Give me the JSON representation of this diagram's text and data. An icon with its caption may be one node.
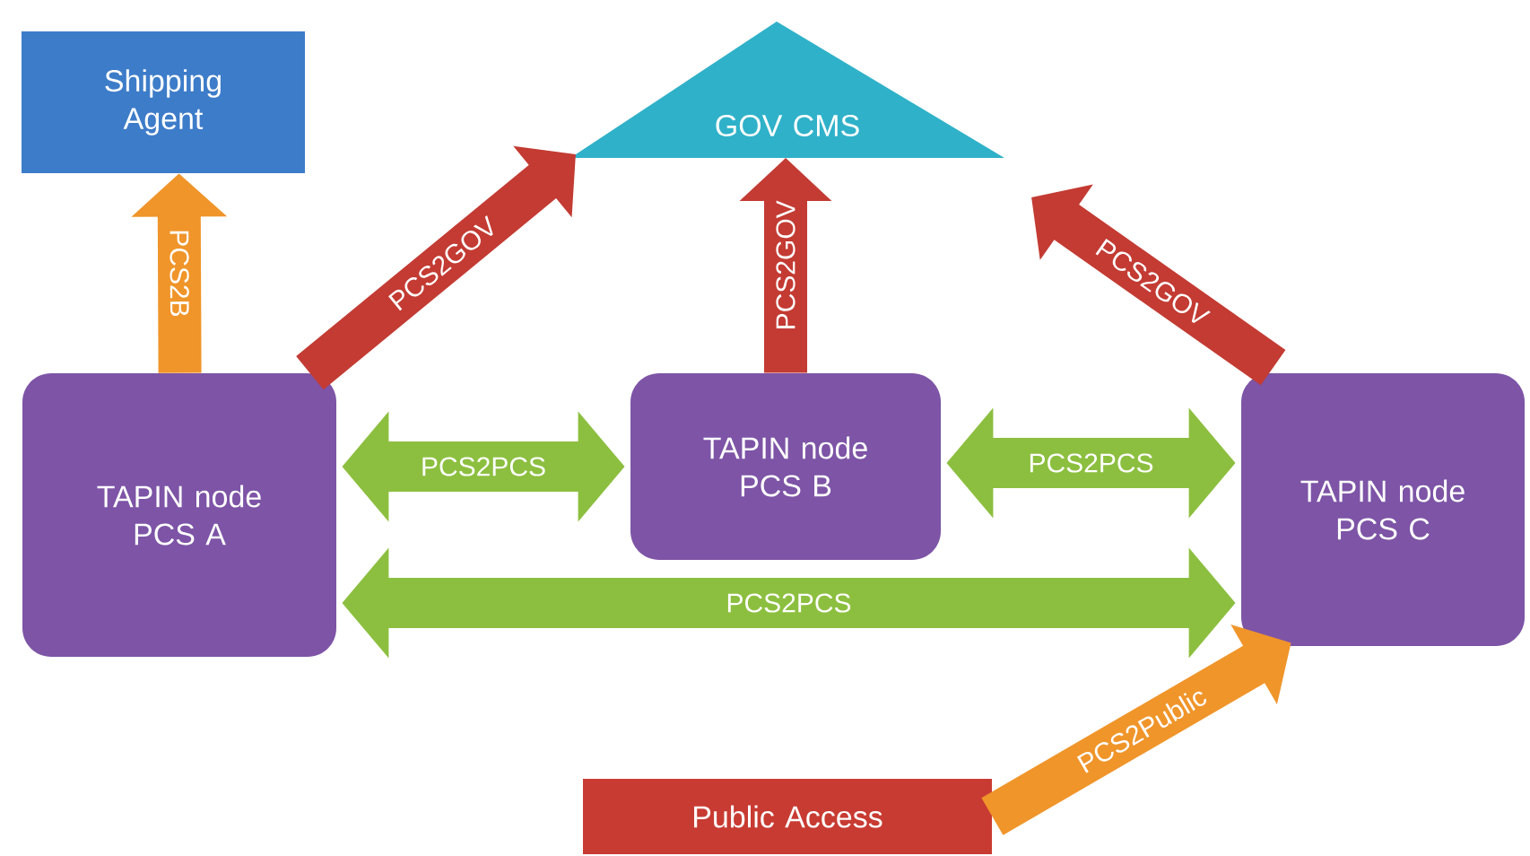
{
  "diagram": {
    "nodes": [
      {
        "text": [
          "Shipping Agent"
        ]
      },
      {
        "text": [
          "GOV CMS"
        ]
      },
      {
        "text": [
          "TAPIN node PCS A"
        ]
      },
      {
        "text": [
          "TAPIN node PCS B"
        ]
      },
      {
        "text": [
          "TAPIN node PCS C"
        ]
      },
      {
        "text": [
          "Public Access"
        ]
      }
    ],
    "edges": [
      {
        "from": 2,
        "to": 0,
        "arrow": "to",
        "label": "PCS2B",
        "color": "#f0952a"
      },
      {
        "from": 2,
        "to": 1,
        "arrow": "to",
        "label": "PCS2GOV",
        "color": "#c33b33"
      },
      {
        "from": 3,
        "to": 1,
        "arrow": "to",
        "label": "PCS2GOV",
        "color": "#c33b33"
      },
      {
        "from": 4,
        "to": 1,
        "arrow": "to",
        "label": "PCS2GOV",
        "color": "#c33b33"
      },
      {
        "from": 2,
        "to": 3,
        "arrow": "both",
        "label": "PCS2PCS",
        "color": "#8cbf3f"
      },
      {
        "from": 3,
        "to": 4,
        "arrow": "both",
        "label": "PCS2PCS",
        "color": "#8cbf3f"
      },
      {
        "from": 2,
        "to": 4,
        "arrow": "both",
        "label": "PCS2PCS",
        "color": "#8cbf3f"
      },
      {
        "from": 5,
        "to": 4,
        "arrow": "to",
        "label": "PCS2Public",
        "color": "#f0952a"
      }
    ]
  }
}
